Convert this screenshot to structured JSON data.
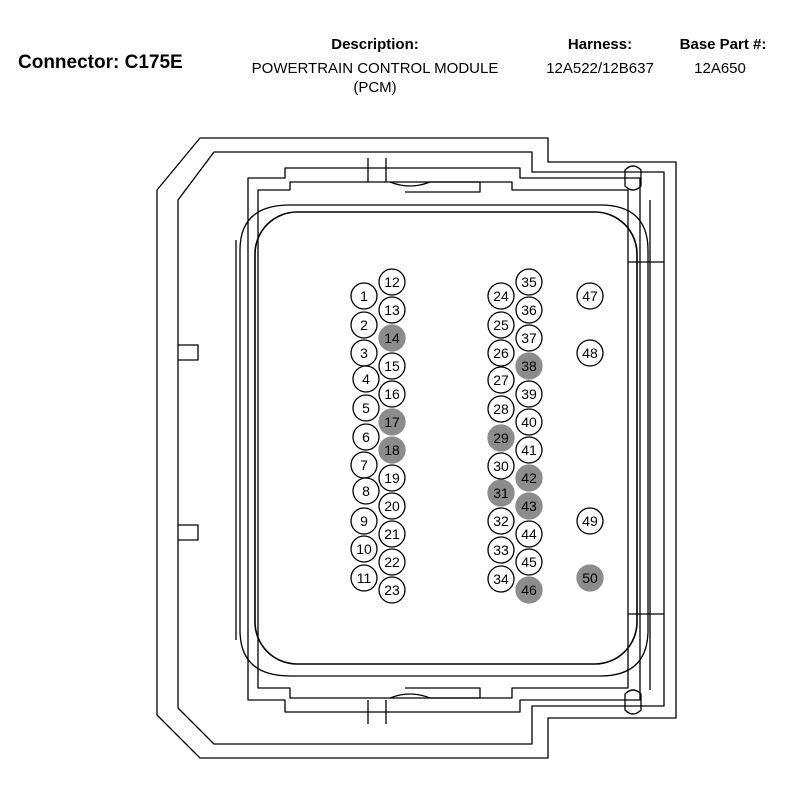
{
  "header": {
    "connector": "Connector: C175E",
    "description_label": "Description:",
    "description_value_line1": "POWERTRAIN CONTROL MODULE",
    "description_value_line2": "(PCM)",
    "harness_label": "Harness:",
    "harness_value": "12A522/12B637",
    "base_part_label": "Base Part #:",
    "base_part_value": "12A650"
  },
  "colors": {
    "outline": "#000000",
    "filled_pin": "#8c8c8c",
    "open_pin": "#ffffff"
  },
  "pins": [
    {
      "n": "1",
      "filled": false
    },
    {
      "n": "2",
      "filled": false
    },
    {
      "n": "3",
      "filled": false
    },
    {
      "n": "4",
      "filled": false
    },
    {
      "n": "5",
      "filled": false
    },
    {
      "n": "6",
      "filled": false
    },
    {
      "n": "7",
      "filled": false
    },
    {
      "n": "8",
      "filled": false
    },
    {
      "n": "9",
      "filled": false
    },
    {
      "n": "10",
      "filled": false
    },
    {
      "n": "11",
      "filled": false
    },
    {
      "n": "12",
      "filled": false
    },
    {
      "n": "13",
      "filled": false
    },
    {
      "n": "14",
      "filled": true
    },
    {
      "n": "15",
      "filled": false
    },
    {
      "n": "16",
      "filled": false
    },
    {
      "n": "17",
      "filled": true
    },
    {
      "n": "18",
      "filled": true
    },
    {
      "n": "19",
      "filled": false
    },
    {
      "n": "20",
      "filled": false
    },
    {
      "n": "21",
      "filled": false
    },
    {
      "n": "22",
      "filled": false
    },
    {
      "n": "23",
      "filled": false
    },
    {
      "n": "24",
      "filled": false
    },
    {
      "n": "25",
      "filled": false
    },
    {
      "n": "26",
      "filled": false
    },
    {
      "n": "27",
      "filled": false
    },
    {
      "n": "28",
      "filled": false
    },
    {
      "n": "29",
      "filled": true
    },
    {
      "n": "30",
      "filled": false
    },
    {
      "n": "31",
      "filled": true
    },
    {
      "n": "32",
      "filled": false
    },
    {
      "n": "33",
      "filled": false
    },
    {
      "n": "34",
      "filled": false
    },
    {
      "n": "35",
      "filled": false
    },
    {
      "n": "36",
      "filled": false
    },
    {
      "n": "37",
      "filled": false
    },
    {
      "n": "38",
      "filled": true
    },
    {
      "n": "39",
      "filled": false
    },
    {
      "n": "40",
      "filled": false
    },
    {
      "n": "41",
      "filled": false
    },
    {
      "n": "42",
      "filled": true
    },
    {
      "n": "43",
      "filled": true
    },
    {
      "n": "44",
      "filled": false
    },
    {
      "n": "45",
      "filled": false
    },
    {
      "n": "46",
      "filled": true
    },
    {
      "n": "47",
      "filled": false
    },
    {
      "n": "48",
      "filled": false
    },
    {
      "n": "49",
      "filled": false
    },
    {
      "n": "50",
      "filled": true
    }
  ]
}
